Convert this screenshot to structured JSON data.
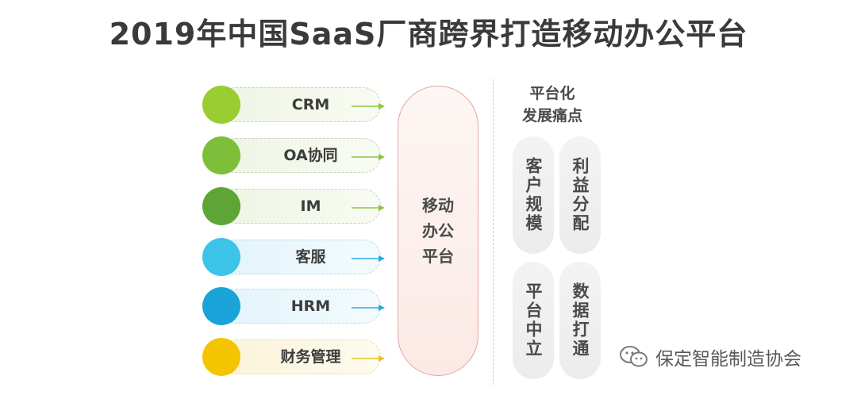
{
  "title": "2019年中国SaaS厂商跨界打造移动办公平台",
  "modules": [
    {
      "label": "CRM",
      "color": "#9acd32",
      "tone": "green"
    },
    {
      "label": "OA协同",
      "color": "#7dbf3a",
      "tone": "green"
    },
    {
      "label": "IM",
      "color": "#5da535",
      "tone": "green"
    },
    {
      "label": "客服",
      "color": "#3cc3e8",
      "tone": "blue"
    },
    {
      "label": "HRM",
      "color": "#1aa3d8",
      "tone": "blue"
    },
    {
      "label": "财务管理",
      "color": "#f5c400",
      "tone": "yellow"
    }
  ],
  "center": {
    "line1": "移动",
    "line2": "办公",
    "line3": "平台"
  },
  "pain_points": {
    "title_line1": "平台化",
    "title_line2": "发展痛点",
    "items": [
      "客户规模",
      "利益分配",
      "平台中立",
      "数据打通"
    ]
  },
  "watermark": {
    "text": "保定智能制造协会",
    "icon": "wechat-icon"
  },
  "colors": {
    "title": "#3a3a3a",
    "center_border": "#e3a7a0",
    "arrow_green": "#8dc63f",
    "arrow_blue": "#29abe2",
    "arrow_yellow": "#e6c229"
  }
}
